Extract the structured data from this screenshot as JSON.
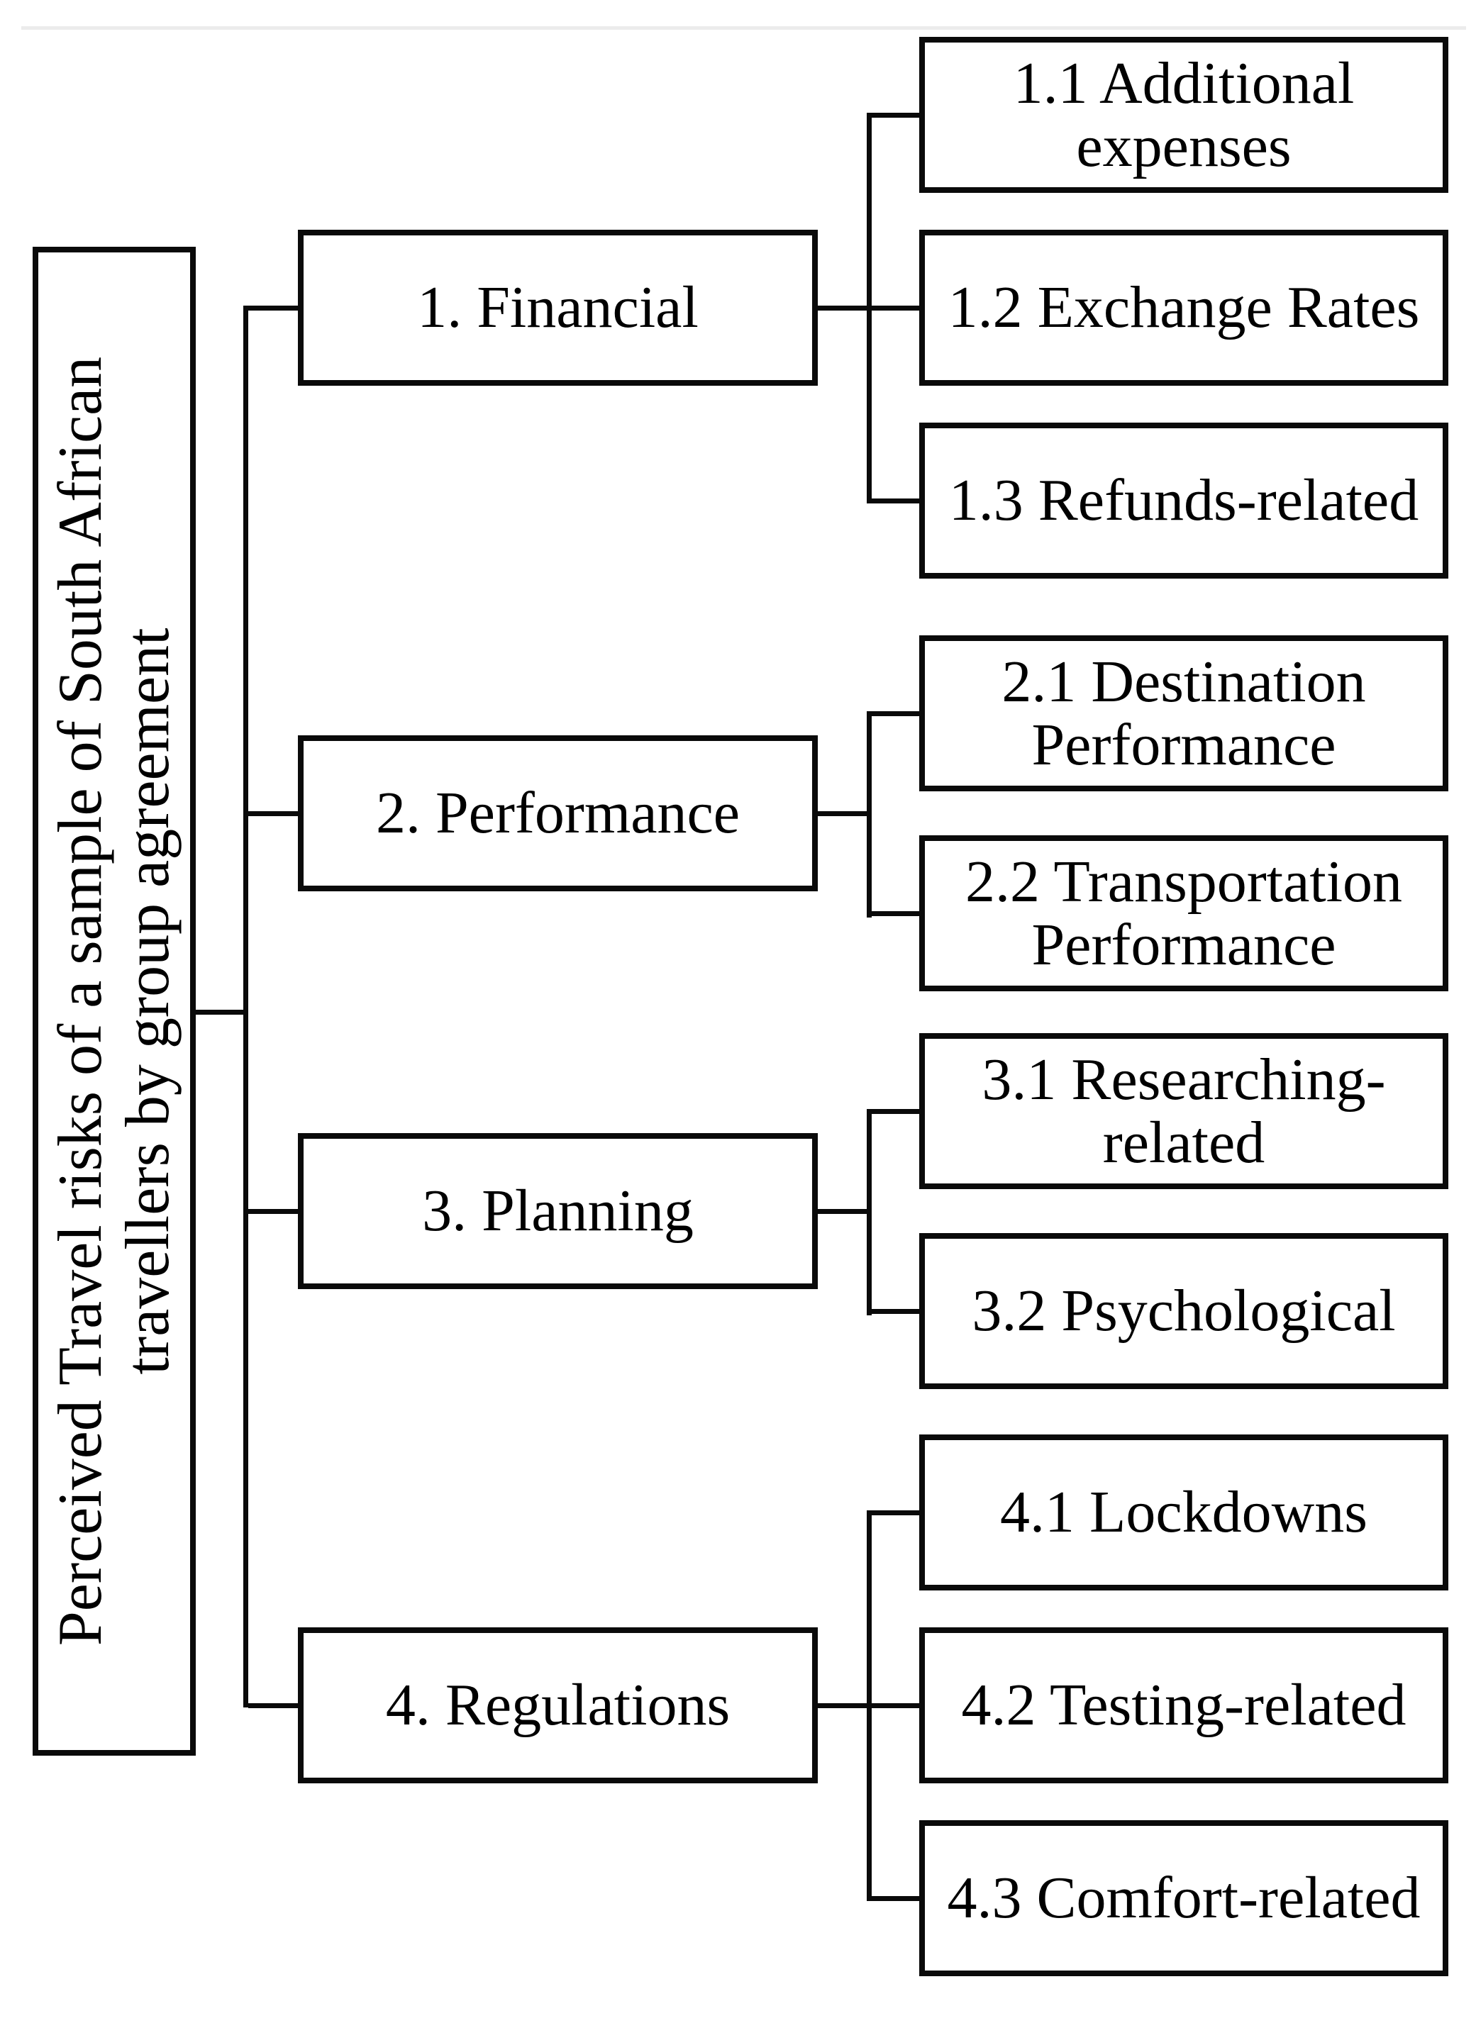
{
  "root": {
    "label": "Perceived Travel risks of a sample of South African travellers by group agreement",
    "line1": "Perceived Travel risks of a sample of South African",
    "line2": "travellers by group agreement"
  },
  "groups": [
    {
      "label": "1. Financial",
      "children": [
        "1.1 Additional expenses",
        "1.2 Exchange Rates",
        "1.3 Refunds-related"
      ]
    },
    {
      "label": "2. Performance",
      "children": [
        "2.1 Destination Performance",
        "2.2 Transportation Performance"
      ]
    },
    {
      "label": "3. Planning",
      "children": [
        "3.1 Researching-related",
        "3.2 Psychological"
      ]
    },
    {
      "label": "4. Regulations",
      "children": [
        "4.1 Lockdowns",
        "4.2 Testing-related",
        "4.3 Comfort-related"
      ]
    }
  ],
  "colors": {
    "line": "#0a0a0a",
    "background": "#ffffff",
    "top_rule": "#ececec"
  }
}
